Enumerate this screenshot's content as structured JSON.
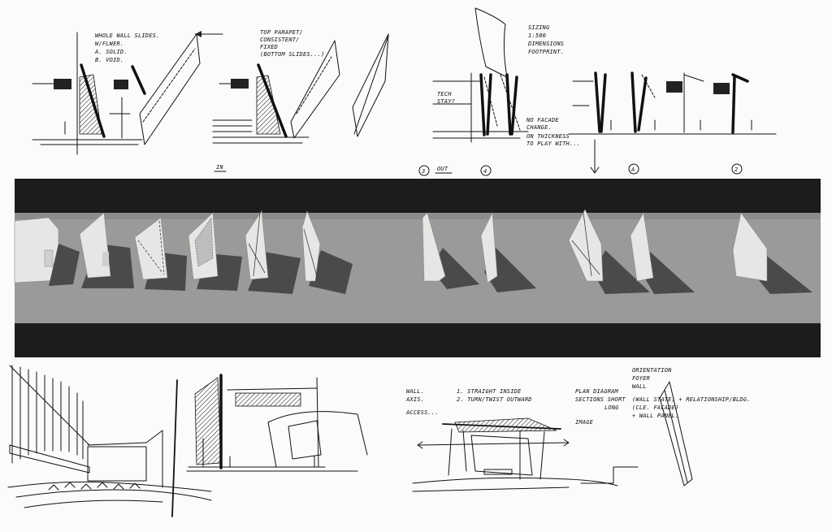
{
  "notes": {
    "whole_wall": [
      "WHOLE WALL SLIDES.",
      "W/FLWER.",
      "A. SOLID.",
      "B. VOID."
    ],
    "top_parapet": [
      "TOP PARAPET/",
      "CONSISTENT/",
      "FIXED",
      "(BOTTOM SLIDES...)"
    ],
    "sizing": [
      "SIZING",
      "1:500",
      "DIMENSIONS",
      "FOOTPRINT."
    ],
    "tech_stay": [
      "TECH",
      "STAY?"
    ],
    "no_facade": [
      "NO FACADE",
      "CHANGE.",
      "ON THICKNESS",
      "TO PLAY WITH..."
    ],
    "wall_axis": [
      "WALL.",
      "AXIS.",
      "ACCESS..."
    ],
    "wall_options": [
      "1. STRAIGHT INSIDE",
      "2. TURN/TWIST OUTWARD"
    ],
    "plan_sections": [
      "PLAN DIAGRAM",
      "SECTIONS  SHORT",
      "LONG"
    ],
    "image_label": "IMAGE",
    "orientation": [
      "ORIENTATION",
      "FOYER",
      "WALL",
      "(WALL STATE) + RELATIONSHIP/BLDG.",
      "(CLE. FACADE)",
      "+ WALL PANEL."
    ]
  },
  "markers": {
    "in": "IN",
    "out": "OUT",
    "nums": [
      "3",
      "4",
      "A",
      "2"
    ]
  },
  "colors": {
    "paper": "#fbfbf9",
    "ink": "#111111",
    "band": "#1a1a1a",
    "ground": "#9a9a98"
  }
}
